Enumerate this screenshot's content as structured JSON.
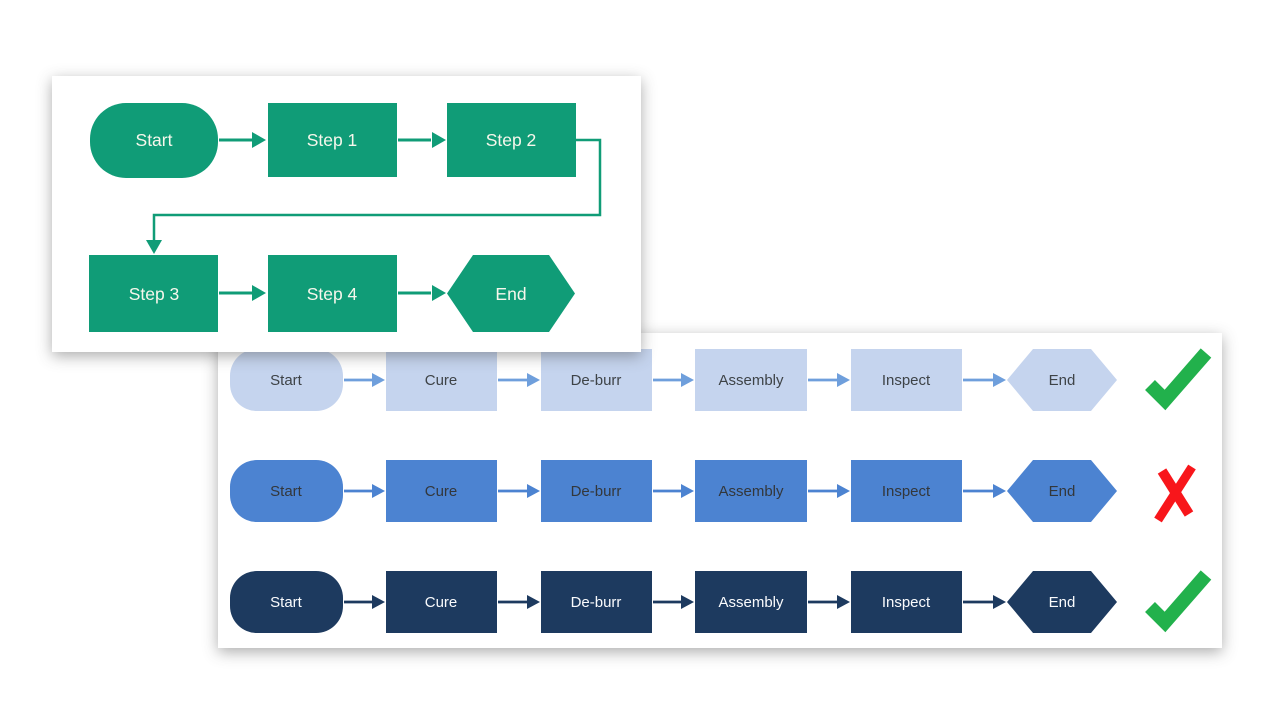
{
  "colors": {
    "card1_green": "#109C77",
    "card1_text": "#F7F7EC",
    "flow_pale_fill": "#C5D4EE",
    "flow_pale_arrow": "#6F9FDC",
    "flow_pale_text": "#3E4347",
    "flow_medium_fill": "#4C83D1",
    "flow_medium_text": "#33373B",
    "flow_dark_fill": "#1D3A5F",
    "flow_dark_text": "#FAFBFD",
    "check_green": "#22B14C",
    "cross_red": "#F8161B"
  },
  "example_flow": {
    "start": "Start",
    "step1": "Step 1",
    "step2": "Step 2",
    "step3": "Step 3",
    "step4": "Step 4",
    "end": "End"
  },
  "comparison": {
    "rows": [
      {
        "variant": "pale-blue",
        "labels": [
          "Start",
          "Cure",
          "De-burr",
          "Assembly",
          "Inspect",
          "End"
        ],
        "result": "check"
      },
      {
        "variant": "medium-blue",
        "labels": [
          "Start",
          "Cure",
          "De-burr",
          "Assembly",
          "Inspect",
          "End"
        ],
        "result": "cross"
      },
      {
        "variant": "dark-navy",
        "labels": [
          "Start",
          "Cure",
          "De-burr",
          "Assembly",
          "Inspect",
          "End"
        ],
        "result": "check"
      }
    ]
  }
}
